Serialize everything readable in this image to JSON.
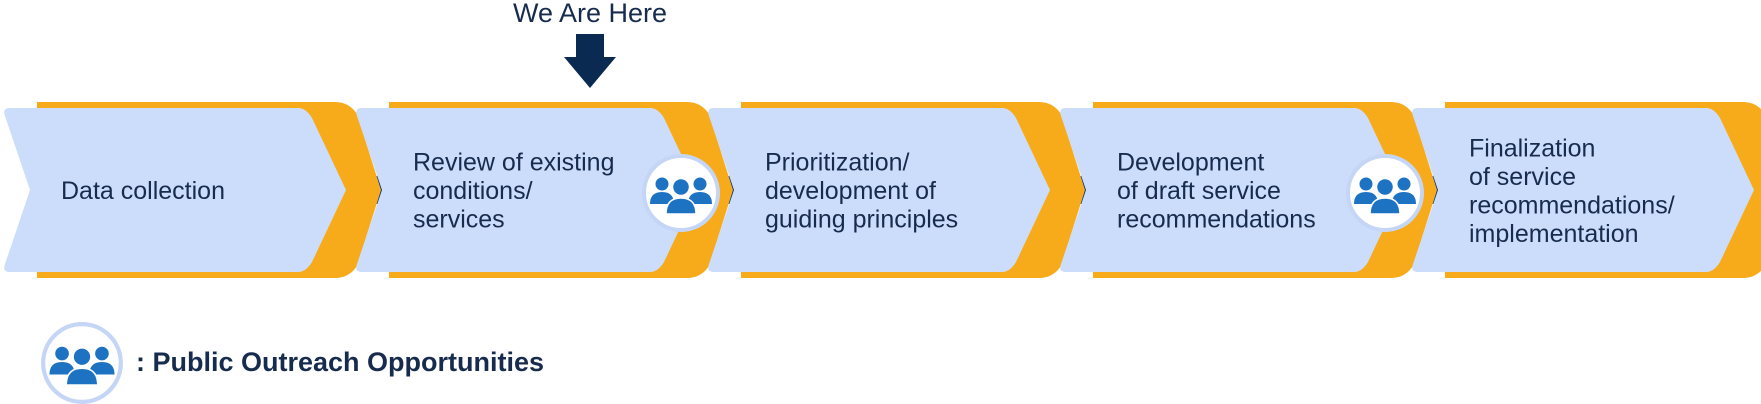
{
  "marker": {
    "label": "We Are Here",
    "step_index": 1
  },
  "steps": [
    {
      "lines": [
        "Data collection"
      ],
      "outreach": false
    },
    {
      "lines": [
        "Review of existing",
        "conditions/",
        "services"
      ],
      "outreach": true
    },
    {
      "lines": [
        "Prioritization/",
        "development of",
        "guiding principles"
      ],
      "outreach": false
    },
    {
      "lines": [
        "Development",
        "of draft service",
        "recommendations"
      ],
      "outreach": true
    },
    {
      "lines": [
        "Finalization",
        "of service",
        "recommendations/",
        "implementation"
      ],
      "outreach": false
    }
  ],
  "legend": {
    "label": ": Public Outreach Opportunities",
    "icon": "people-group-icon"
  },
  "colors": {
    "chevron_fill": "#ccdcfb",
    "chevron_border": "#f7ab1b",
    "connector": "#0a3486",
    "marker_arrow": "#0b2a52",
    "icon": "#1d73c2",
    "icon_ring": "#c5d5f5",
    "text": "#172c4d"
  }
}
